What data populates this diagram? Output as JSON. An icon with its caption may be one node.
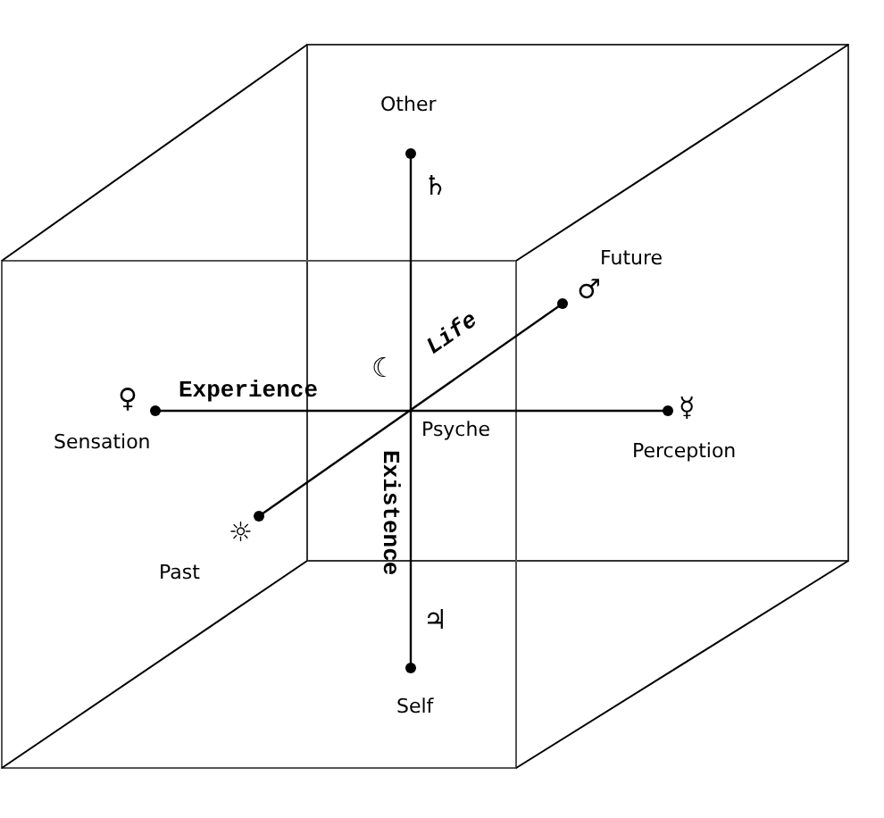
{
  "diagram": {
    "nodes": [
      {
        "text": [
          "Other"
        ],
        "beside": [
          "♄"
        ]
      },
      {
        "text": [
          "Future"
        ],
        "beside": [
          "♂"
        ]
      },
      {
        "text": [
          "Sensation"
        ],
        "beside": [
          "♀"
        ]
      },
      {
        "text": [
          "Perception"
        ],
        "beside": [
          "☿"
        ]
      },
      {
        "text": [
          "Past"
        ],
        "beside": [
          "☼"
        ]
      },
      {
        "text": [
          "Self"
        ],
        "beside": [
          "♃"
        ]
      }
    ],
    "edges": [
      {
        "from": 0,
        "to": 5,
        "arrow": "other",
        "label": "Existence"
      },
      {
        "from": 2,
        "to": 3,
        "arrow": "other",
        "label": "Experience"
      },
      {
        "from": 4,
        "to": 1,
        "arrow": "other",
        "label": "Life"
      }
    ],
    "labels": [
      "☾",
      "Psyche"
    ]
  }
}
